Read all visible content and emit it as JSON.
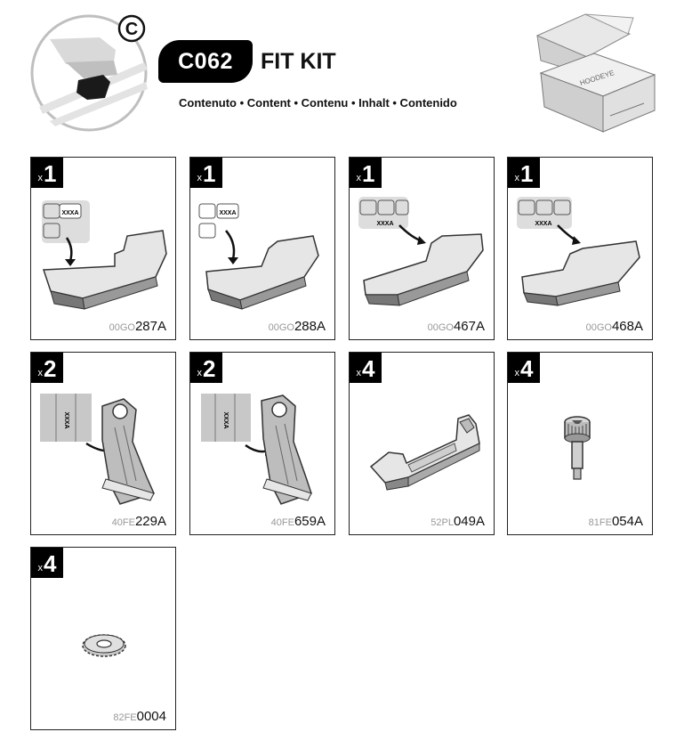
{
  "header": {
    "kit_code": "C062",
    "kit_title": "FIT KIT",
    "contents_line": "Contenuto • Content • Contenu • Inhalt • Contenido",
    "circle_letter": "C",
    "box_brand_text": "HOODEYE"
  },
  "parts": [
    {
      "qty_prefix": "x",
      "qty": "1",
      "code_prefix": "00GO",
      "code": "287A",
      "stamp": "XXXA",
      "icon": "foot-pad-left"
    },
    {
      "qty_prefix": "x",
      "qty": "1",
      "code_prefix": "00GO",
      "code": "288A",
      "stamp": "XXXA",
      "icon": "foot-pad-right"
    },
    {
      "qty_prefix": "x",
      "qty": "1",
      "code_prefix": "00GO",
      "code": "467A",
      "stamp": "XXXA",
      "icon": "foot-pad-left-long"
    },
    {
      "qty_prefix": "x",
      "qty": "1",
      "code_prefix": "00GO",
      "code": "468A",
      "stamp": "XXXA",
      "icon": "foot-pad-right-long"
    },
    {
      "qty_prefix": "x",
      "qty": "2",
      "code_prefix": "40FE",
      "code": "229A",
      "stamp": "XXXA",
      "icon": "bracket-left"
    },
    {
      "qty_prefix": "x",
      "qty": "2",
      "code_prefix": "40FE",
      "code": "659A",
      "stamp": "XXXA",
      "icon": "bracket-right"
    },
    {
      "qty_prefix": "x",
      "qty": "4",
      "code_prefix": "52PL",
      "code": "049A",
      "icon": "holder-clip"
    },
    {
      "qty_prefix": "x",
      "qty": "4",
      "code_prefix": "81FE",
      "code": "054A",
      "icon": "knurled-screw"
    },
    {
      "qty_prefix": "x",
      "qty": "4",
      "code_prefix": "82FE",
      "code": "0004",
      "icon": "lock-washer"
    }
  ]
}
